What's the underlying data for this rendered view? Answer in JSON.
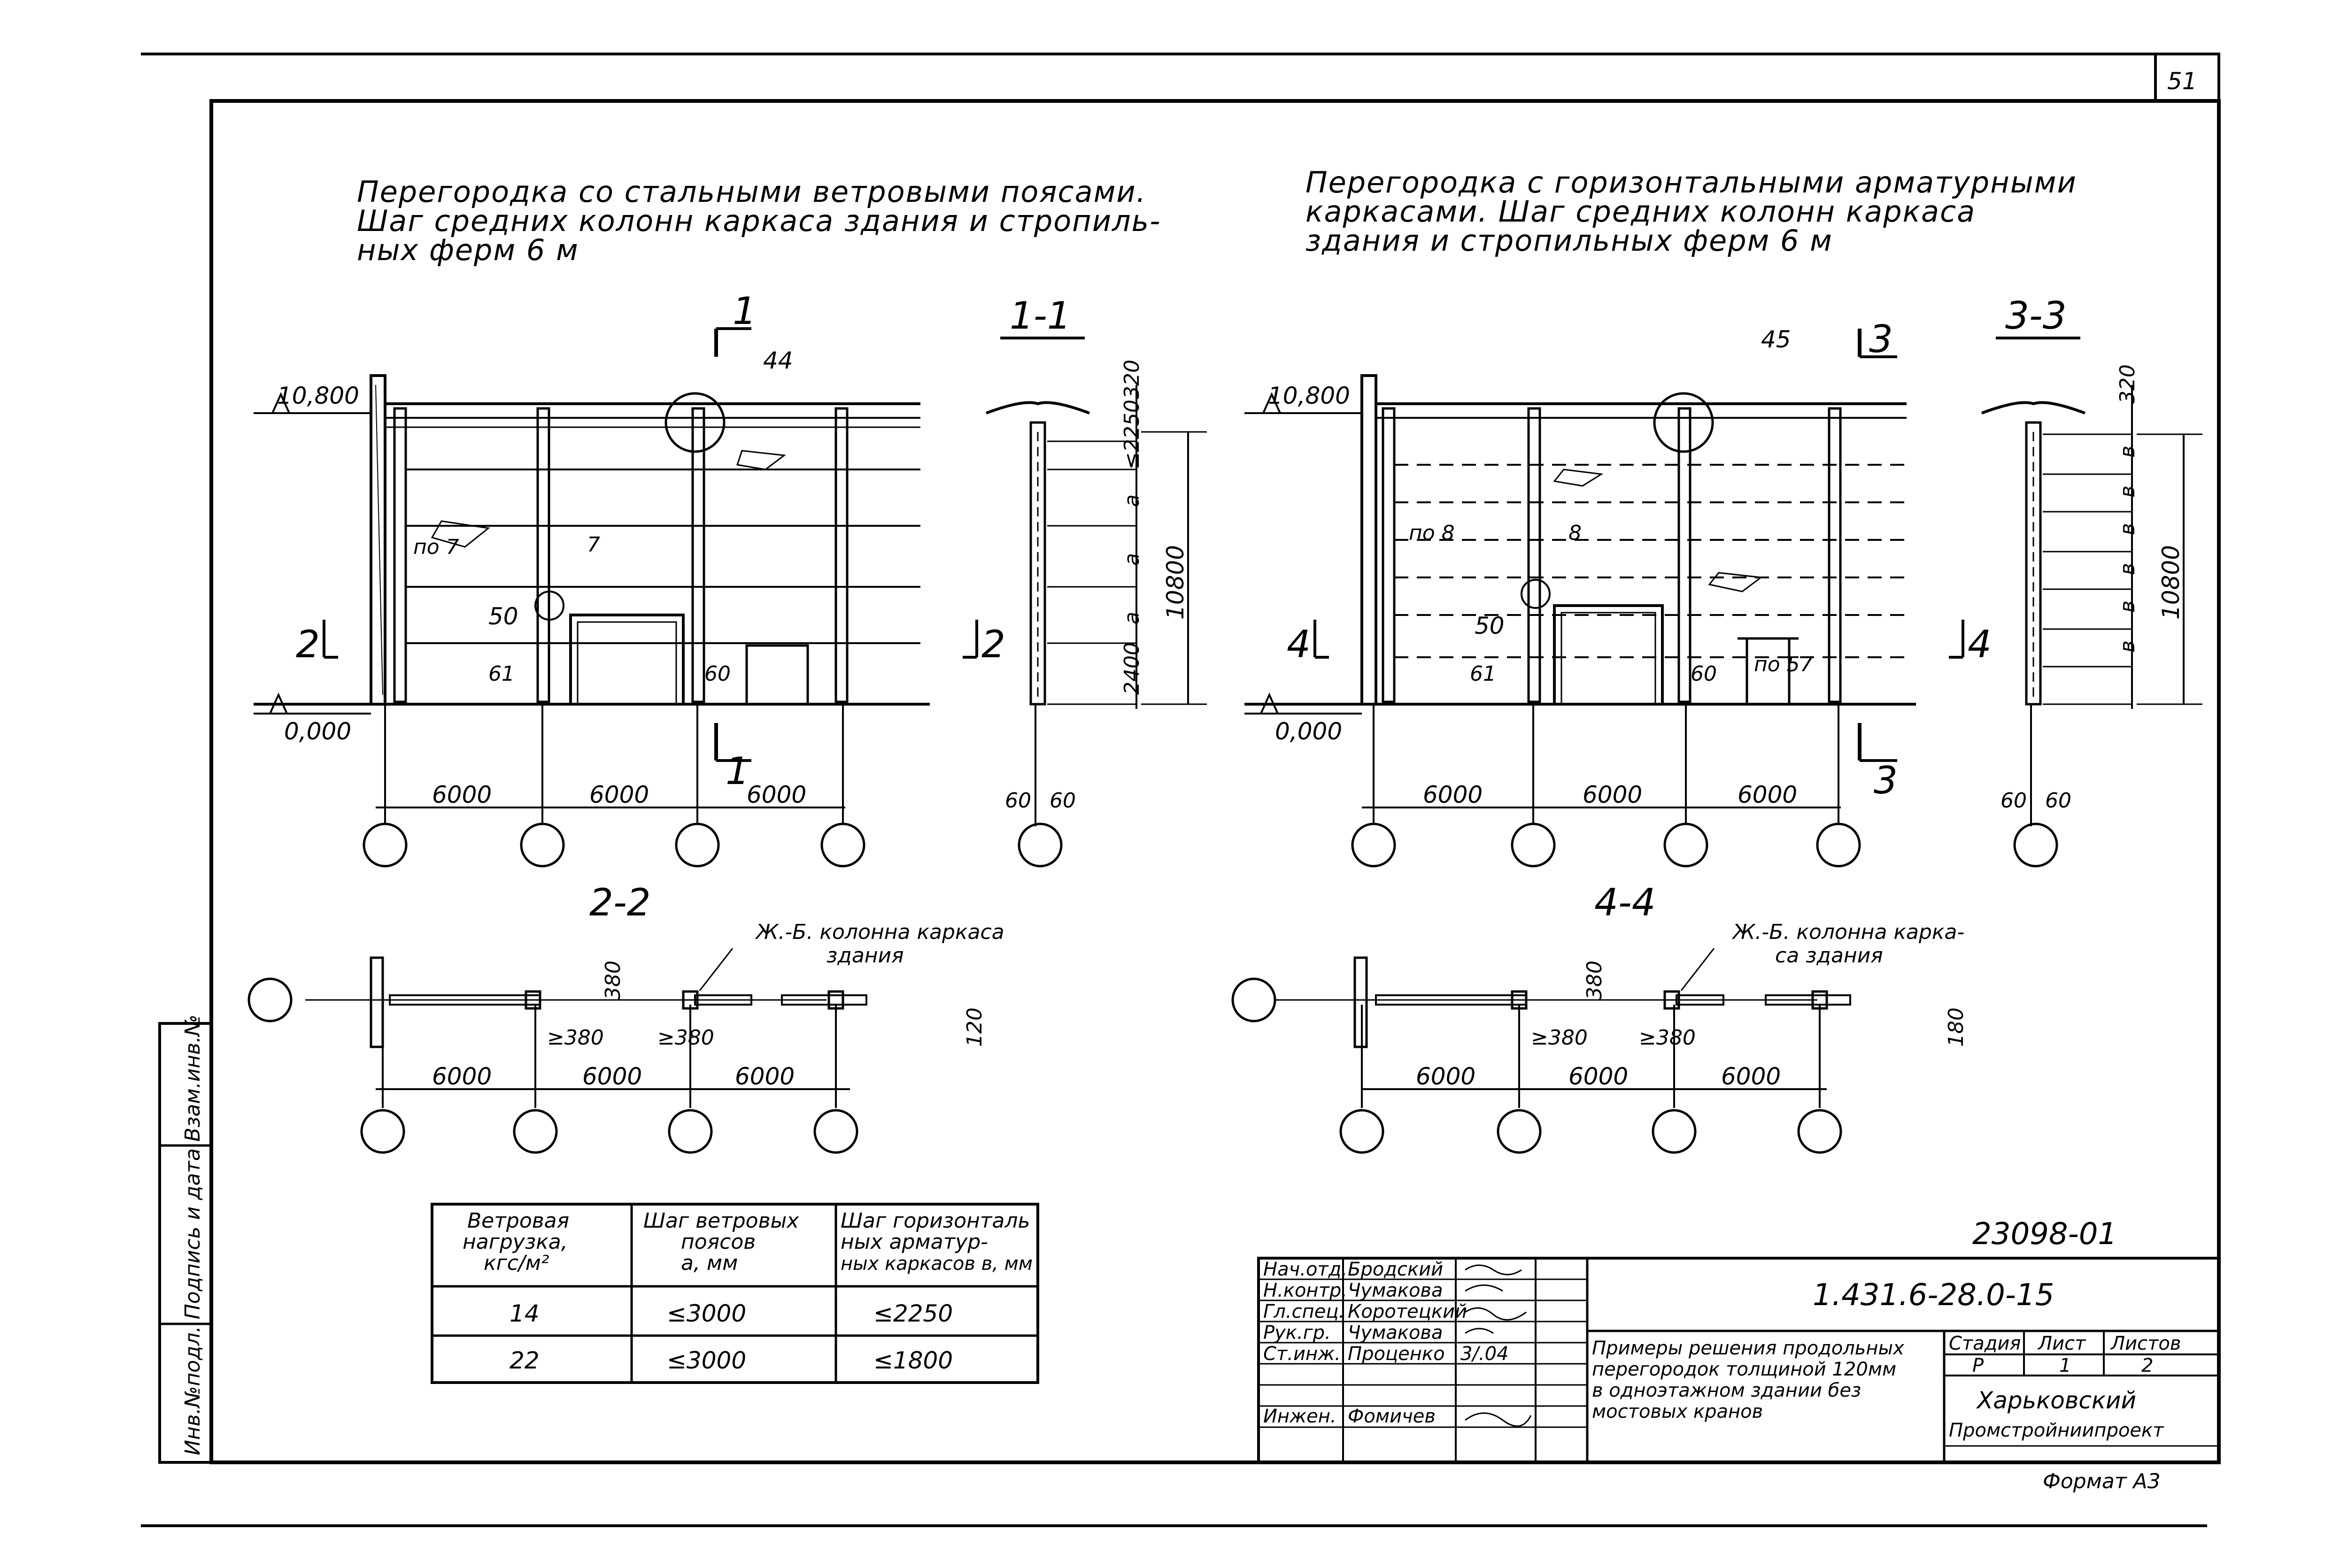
{
  "page_number": "51",
  "doc_number": "23098-01",
  "left": {
    "title_lines": [
      "Перегородка со стальными ветровыми поясами.",
      "Шаг средних колонн каркаса здания и стропиль-",
      "ных ферм 6 м"
    ],
    "section_label": "1-1",
    "plan_label": "2-2",
    "elev_mark_top": "10,800",
    "elev_mark_bottom": "0,000",
    "cut_mark": "1",
    "side_mark": "2",
    "node_44": "44",
    "node_50": "50",
    "label_po7": "по 7",
    "label_7": "7",
    "label_61": "61",
    "label_60": "60",
    "spans": [
      "6000",
      "6000",
      "6000"
    ],
    "sec_dims": [
      "320",
      "≤2250",
      "a",
      "a",
      "a",
      "2400"
    ],
    "sec_total": "10800",
    "sec_bottom": [
      "60",
      "60"
    ],
    "plan_note": [
      "Ж.-Б. колонна каркаса",
      "здания"
    ],
    "plan_dims": [
      "380",
      "≥380",
      "≥380",
      "120"
    ]
  },
  "right": {
    "title_lines": [
      "Перегородка с горизонтальными арматурными",
      "каркасами. Шаг средних колонн каркаса",
      "здания и стропильных ферм 6 м"
    ],
    "section_label": "3-3",
    "plan_label": "4-4",
    "elev_mark_top": "10,800",
    "elev_mark_bottom": "0,000",
    "cut_mark": "3",
    "side_mark": "4",
    "node_45": "45",
    "node_50": "50",
    "label_po8": "по 8",
    "label_8": "8",
    "label_61": "61",
    "label_60": "60",
    "label_po57": "по 57",
    "spans": [
      "6000",
      "6000",
      "6000"
    ],
    "sec_dims": [
      "320",
      "в",
      "в",
      "в",
      "в",
      "в",
      "в"
    ],
    "sec_total": "10800",
    "sec_bottom": [
      "60",
      "60"
    ],
    "plan_note": [
      "Ж.-Б. колонна карка-",
      "са здания"
    ],
    "plan_dims": [
      "380",
      "≥380",
      "≥380",
      "180"
    ]
  },
  "load_table": {
    "headers": [
      [
        "Ветровая",
        "нагрузка,",
        "кгс/м²"
      ],
      [
        "Шаг ветровых",
        "поясов",
        "а, мм"
      ],
      [
        "Шаг горизонталь",
        "ных арматур-",
        "ных каркасов в, мм"
      ]
    ],
    "rows": [
      [
        "14",
        "≤3000",
        "≤2250"
      ],
      [
        "22",
        "≤3000",
        "≤1800"
      ]
    ]
  },
  "side_stamp": "Инв.№подл. Подпись и дата Взам.инв.№",
  "title_block": {
    "code": "1.431.6-28.0-15",
    "roles": [
      "Нач.отд.",
      "Н.контр.",
      "Гл.спец.",
      "Рук.гр.",
      "Ст.инж.",
      "",
      "Инжен."
    ],
    "names": [
      "Бродский",
      "Чумакова",
      "Коротецкий",
      "Чумакова",
      "Проценко",
      "",
      "Фомичев"
    ],
    "date": "3/.04",
    "description": [
      "Примеры решения продольных",
      "перегородок толщиной 120мм",
      "в одноэтажном здании без",
      "мостовых кранов"
    ],
    "stage_label": "Стадия",
    "sheet_label": "Лист",
    "sheets_label": "Листов",
    "stage": "Р",
    "sheet": "1",
    "sheets": "2",
    "org": [
      "Харьковский",
      "Промстройниипроект"
    ],
    "format": "Формат А3"
  }
}
